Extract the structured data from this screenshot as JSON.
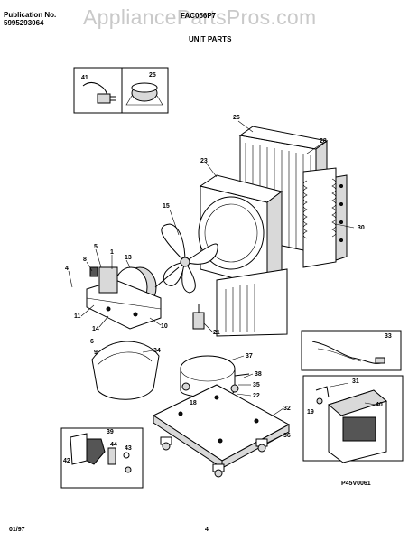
{
  "header": {
    "publication_label": "Publication No.",
    "publication_number": "5995293064",
    "model": "FAC056P7",
    "section_title": "UNIT PARTS"
  },
  "watermark": "AppliancePartsPros.com",
  "callouts": [
    "41",
    "25",
    "26",
    "28",
    "23",
    "15",
    "30",
    "5",
    "8",
    "1",
    "13",
    "4",
    "11",
    "14",
    "10",
    "6",
    "9",
    "21",
    "33",
    "34",
    "37",
    "38",
    "35",
    "22",
    "18",
    "32",
    "31",
    "40",
    "19",
    "36",
    "39",
    "42",
    "44",
    "43"
  ],
  "diagram_id": "P45V0061",
  "footer": {
    "date": "01/97",
    "page": "4"
  }
}
